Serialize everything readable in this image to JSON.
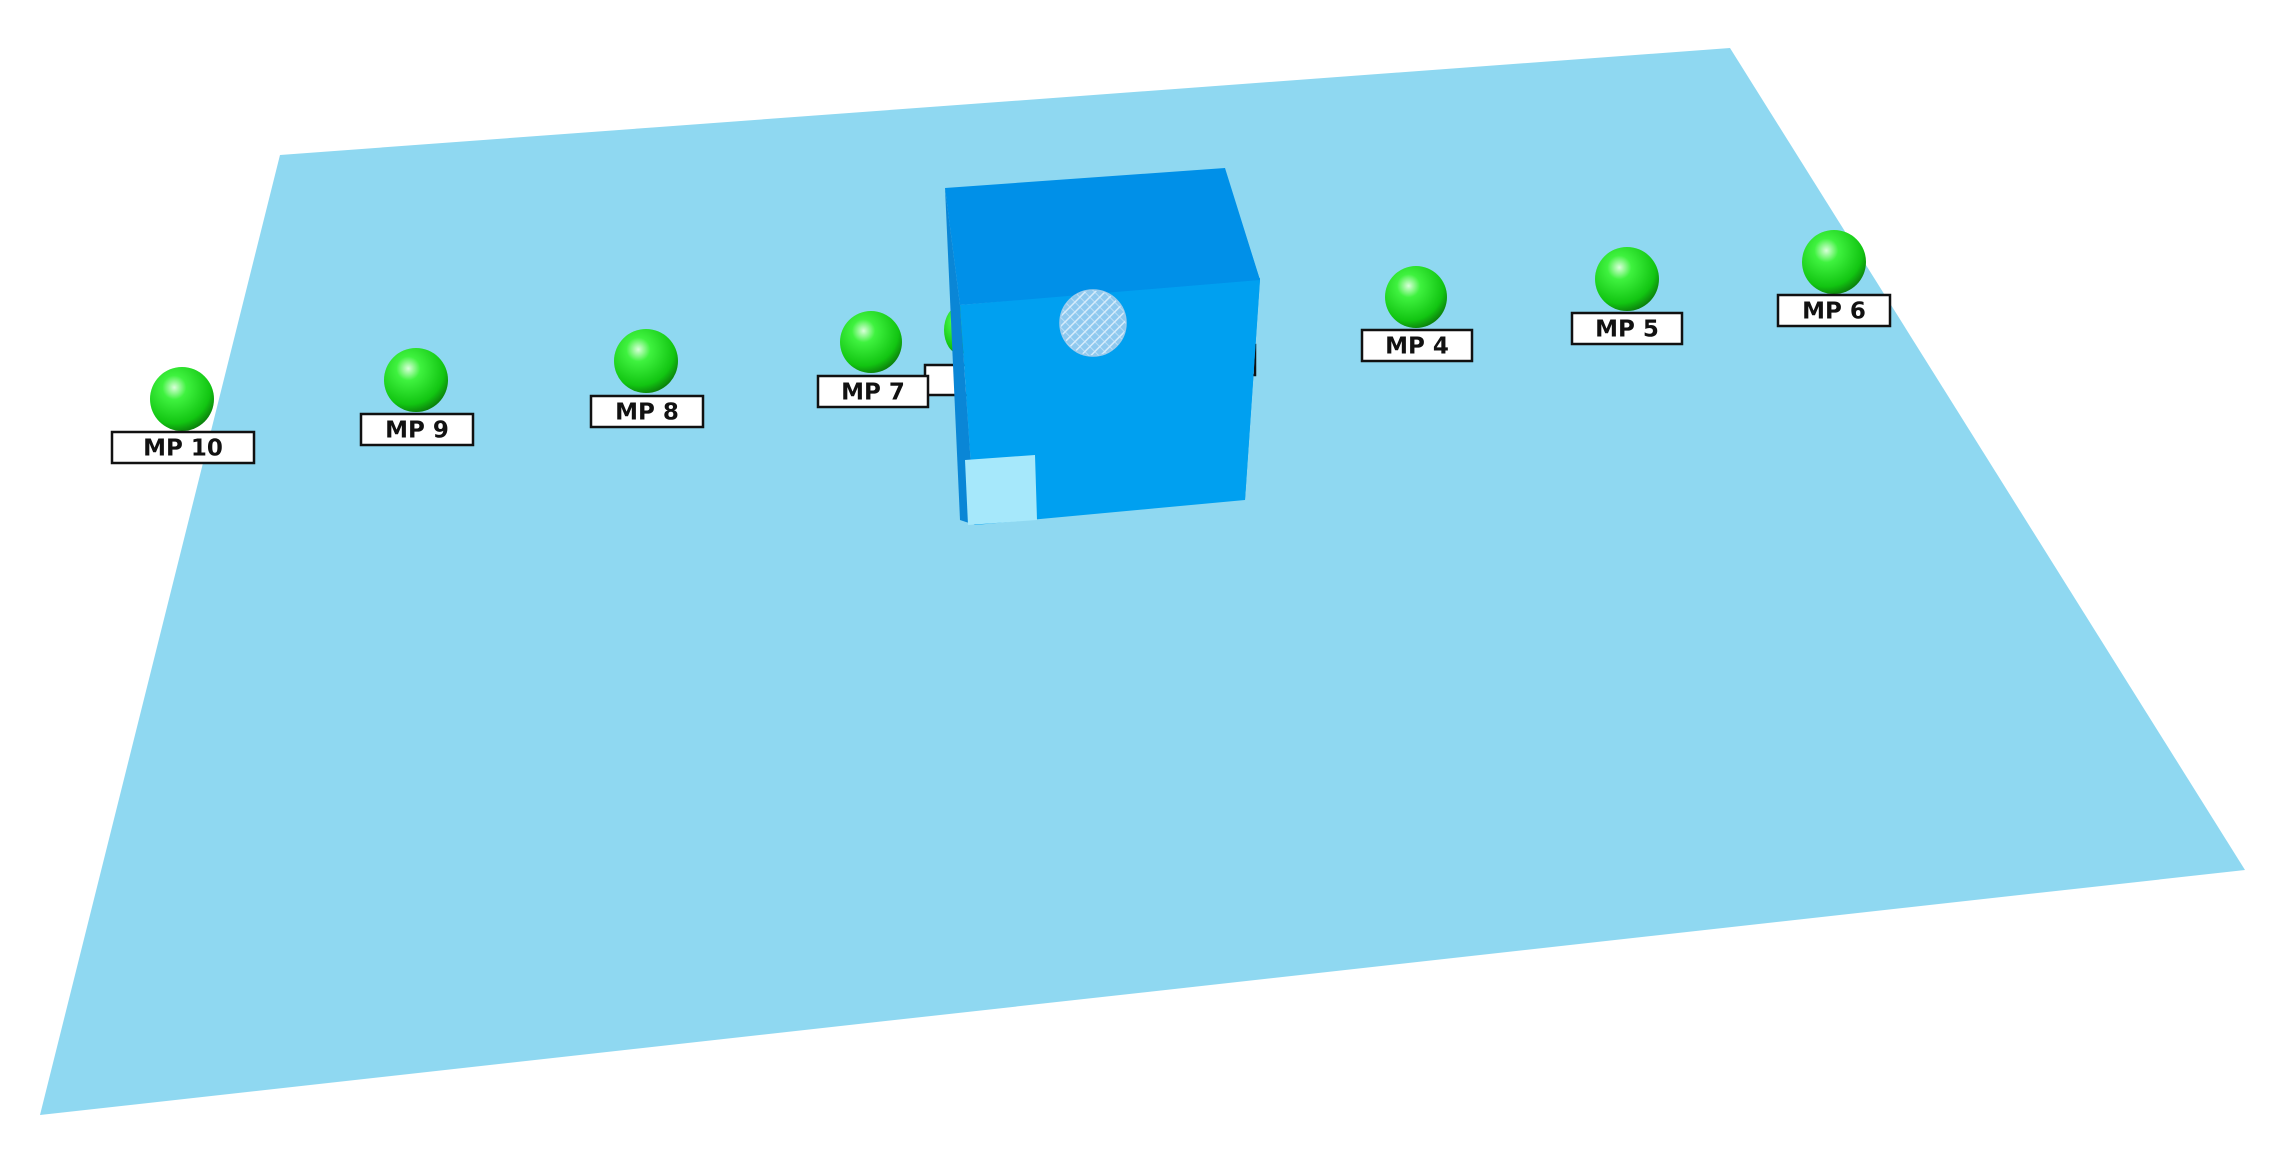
{
  "colors": {
    "background": "#ffffff",
    "floor": "#8fd8f1",
    "box_front": "#00a0f0",
    "box_top": "#0090e8",
    "box_right": "#0096ee",
    "box_window": "#a6e8fb",
    "sphere": "#22dd22",
    "label_bg": "#ffffff",
    "label_border": "#111111"
  },
  "icons": {
    "measurement_point": "green-sphere",
    "source": "hatched-circle"
  },
  "measurement_points": [
    {
      "label": "MP 10"
    },
    {
      "label": "MP 9"
    },
    {
      "label": "MP 8"
    },
    {
      "label": "MP 7"
    },
    {
      "label": "MP 4"
    },
    {
      "label": "MP 5"
    },
    {
      "label": "MP 6"
    }
  ]
}
